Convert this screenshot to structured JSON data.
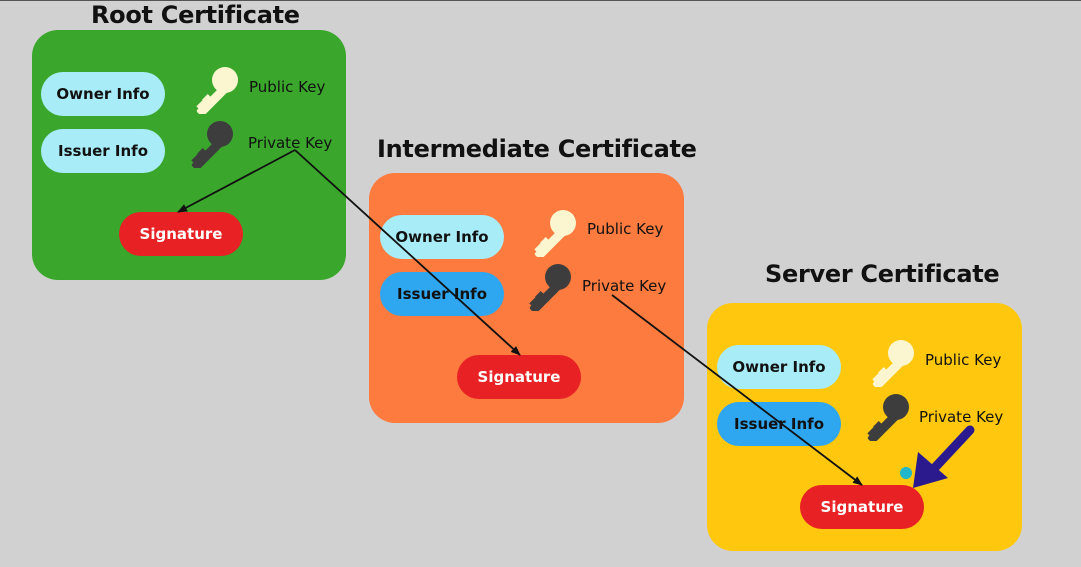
{
  "root": {
    "title": "Root Certificate",
    "owner_label": "Owner Info",
    "issuer_label": "Issuer Info",
    "public_key_label": "Public Key",
    "private_key_label": "Private Key",
    "signature_label": "Signature"
  },
  "intermediate": {
    "title": "Intermediate Certificate",
    "owner_label": "Owner Info",
    "issuer_label": "Issuer Info",
    "public_key_label": "Public Key",
    "private_key_label": "Private Key",
    "signature_label": "Signature"
  },
  "server": {
    "title": "Server Certificate",
    "owner_label": "Owner Info",
    "issuer_label": "Issuer Info",
    "public_key_label": "Public Key",
    "private_key_label": "Private Key",
    "signature_label": "Signature"
  },
  "colors": {
    "root_card": "#3aa72c",
    "intermediate_card": "#fe7b3f",
    "server_card": "#ffc80f",
    "signature": "#e82124",
    "owner_pill": "#a8ecf7",
    "issuer_pill": "#2ea6f0",
    "public_key_icon": "#fbf6cf",
    "private_key_icon": "#3d3d3d",
    "highlight_arrow": "#2a1a8e"
  },
  "icons": [
    "public-key-icon",
    "private-key-icon",
    "arrow-icon",
    "pointer-arrow-icon"
  ]
}
